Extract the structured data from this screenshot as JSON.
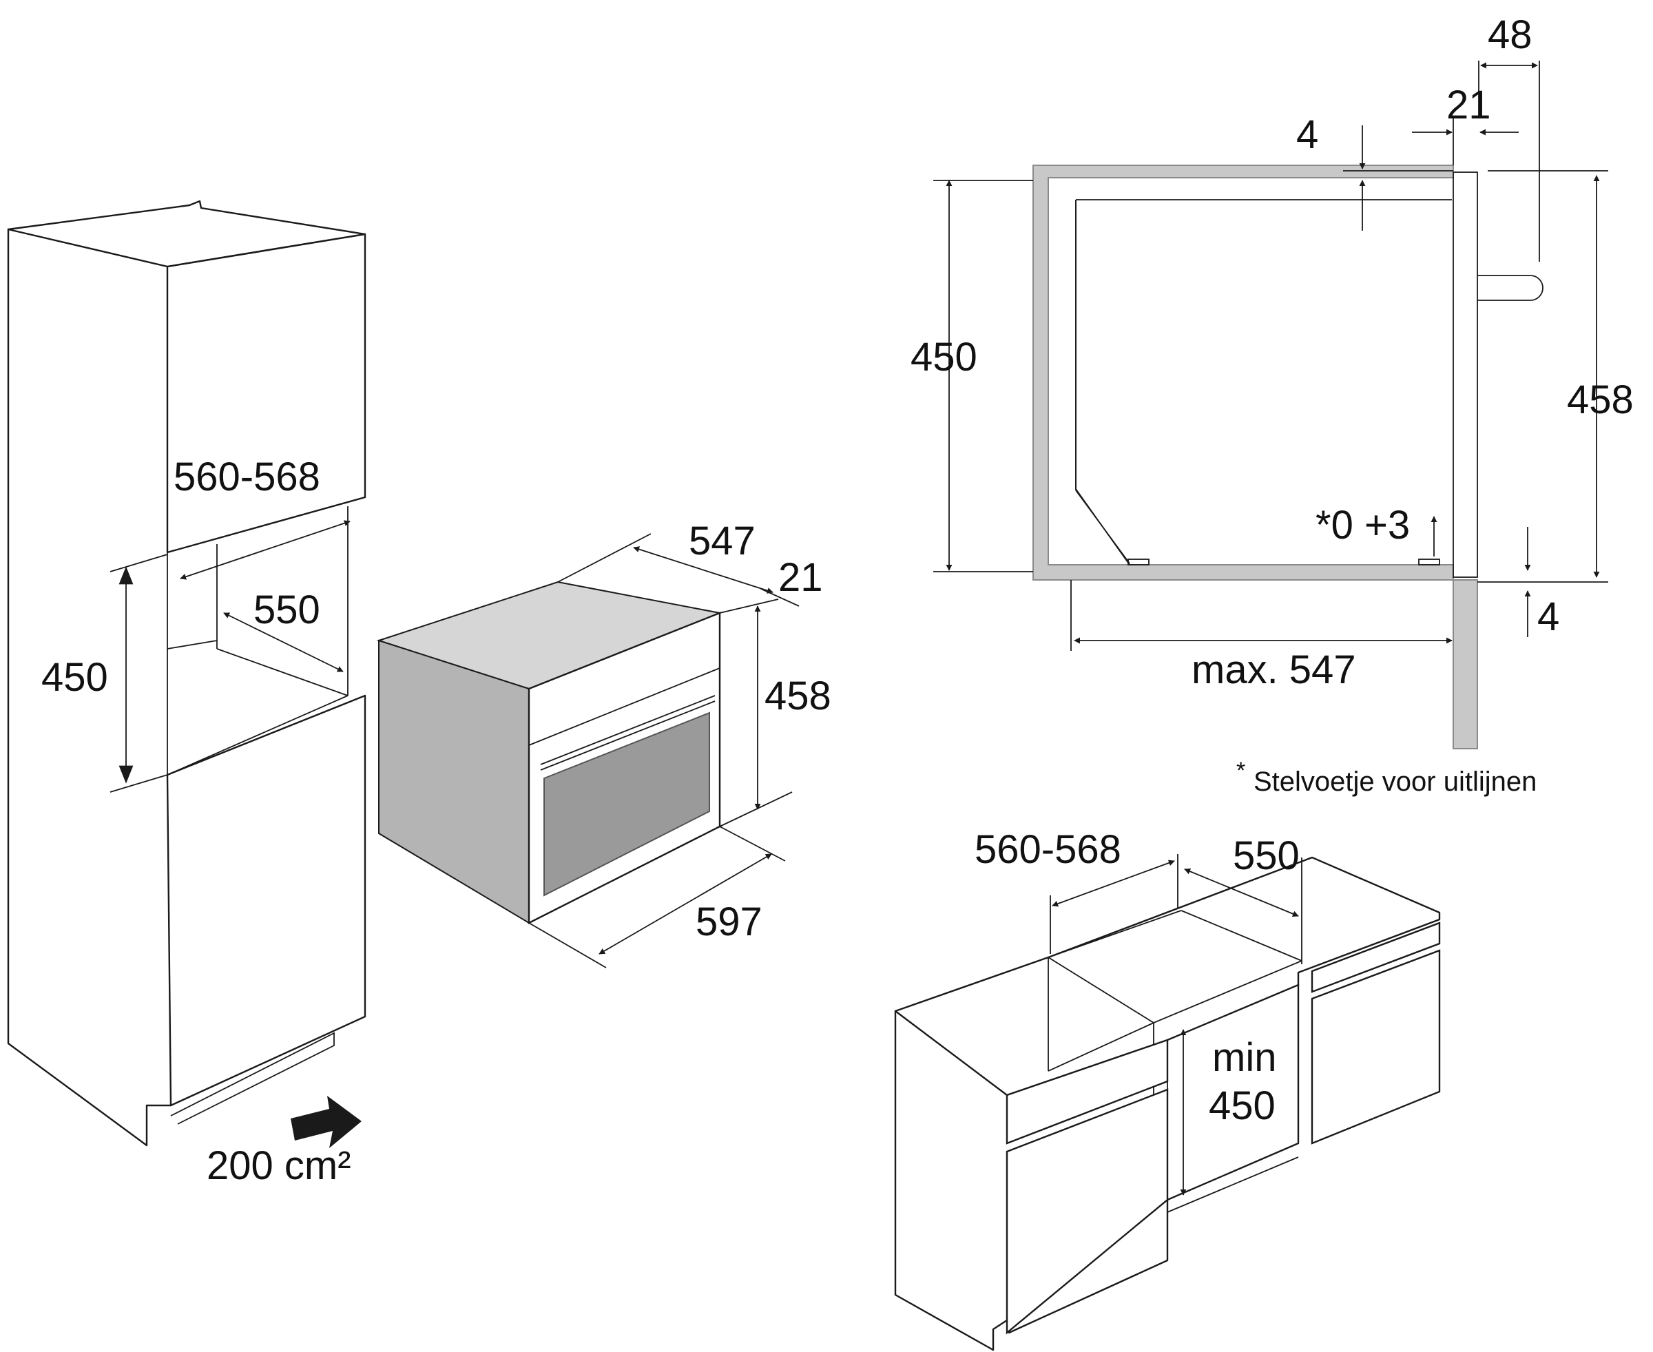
{
  "cabinet_tall": {
    "niche_width": "560-568",
    "niche_depth": "550",
    "niche_height": "450",
    "ventilation": "200 cm²"
  },
  "oven": {
    "depth": "547",
    "door_thickness": "21",
    "height": "458",
    "width": "597"
  },
  "side_view": {
    "overall_offset": "48",
    "door_thickness": "21",
    "top_gap": "4",
    "inner_height": "450",
    "outer_height": "458",
    "foot_adjust": "*0 +3",
    "bottom_gap": "4",
    "max_depth": "max. 547",
    "footnote_star": "*",
    "footnote": "Stelvoetje voor uitlijnen"
  },
  "cabinet_under": {
    "niche_width": "560-568",
    "niche_depth": "550",
    "min_label": "min",
    "min_height": "450"
  }
}
